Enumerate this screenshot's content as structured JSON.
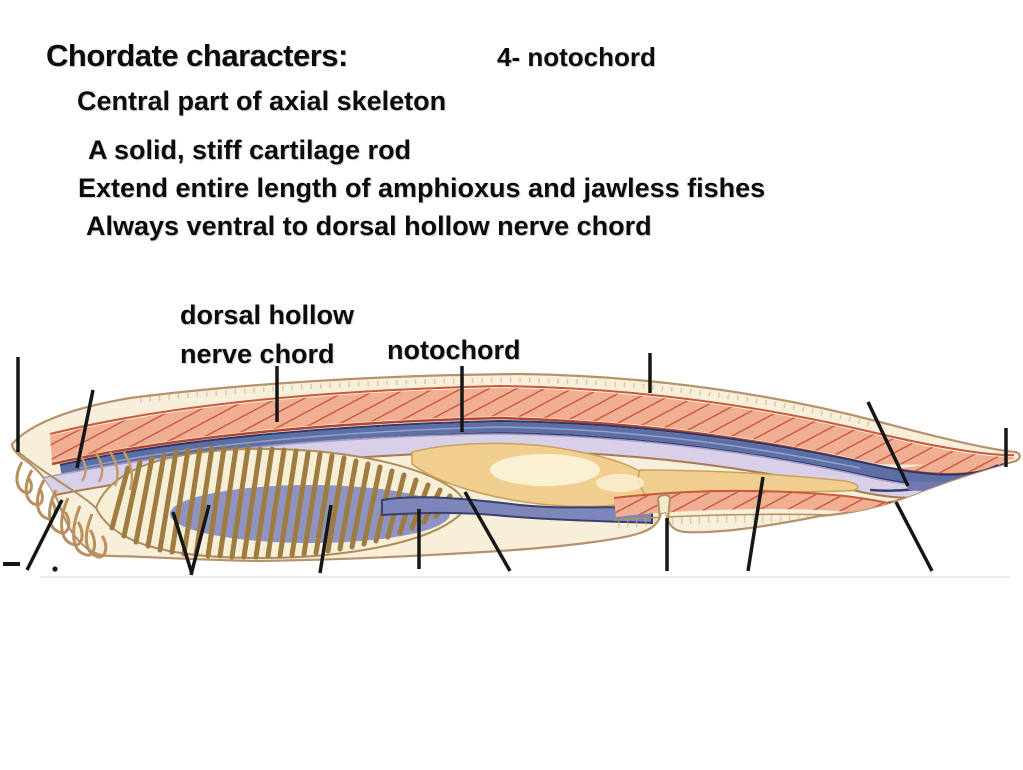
{
  "slide": {
    "title": "Chordate characters:",
    "topic": "4- notochord",
    "bullets": [
      "Central part of axial skeleton",
      "A solid, stiff cartilage rod",
      "Extend entire length of amphioxus and jawless fishes",
      "Always ventral to dorsal hollow nerve chord"
    ]
  },
  "diagram": {
    "label_nerve_line1": "dorsal hollow",
    "label_nerve_line2": "nerve chord",
    "label_notochord": "notochord",
    "colors": {
      "body_cream": "#f8efda",
      "outline_tan": "#b6926c",
      "myomere_salmon": "#f0ae92",
      "hatch_red": "#c8503a",
      "nerve_blue": "#5e6fa5",
      "nerve_outline": "#2a3a6e",
      "notochord_lavender": "#d8d0e8",
      "notochord_edge": "#a99cc6",
      "pharynx_cream": "#f7eed6",
      "gill_bar_tan": "#9d7b41",
      "atrium_blue": "#848cc0",
      "liver_brown": "#84452a",
      "gut_gold": "#f0cf8e",
      "gut_highlight": "#faf0d2",
      "intestine_blue": "#7d86b8",
      "cirri_tan": "#b98f5e",
      "leader_black": "#161616"
    }
  }
}
